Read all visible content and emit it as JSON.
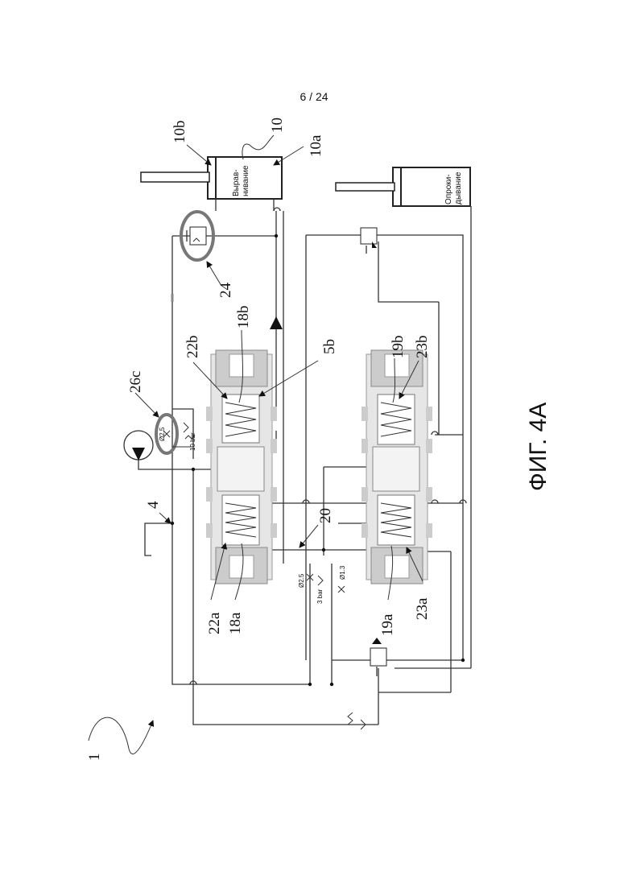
{
  "page": {
    "number": "6 / 24"
  },
  "figure": {
    "caption": "ФИГ. 4А"
  },
  "cylinders": {
    "leveling": {
      "line1": "Вырав-",
      "line2": "нивание"
    },
    "tipping": {
      "line1": "Опроки-",
      "line2": "дывание"
    }
  },
  "labels": {
    "l1": "1",
    "l4": "4",
    "l5b": "5b",
    "l10": "10",
    "l10a": "10a",
    "l10b": "10b",
    "l18a": "18a",
    "l18b": "18b",
    "l19a": "19a",
    "l19b": "19b",
    "l20": "20",
    "l22a": "22a",
    "l22b": "22b",
    "l23a": "23a",
    "l23b": "23b",
    "l24": "24",
    "l26c": "26c"
  },
  "components": {
    "orifice_top": "Ø2.5",
    "relief_top": "10 bar",
    "orifice_mid": "Ø2.5",
    "relief_mid": "3 bar",
    "orifice_small": "Ø1.3"
  },
  "colors": {
    "line": "#333333",
    "highlight": "#777777",
    "valve_body": "#d8d8d8"
  }
}
